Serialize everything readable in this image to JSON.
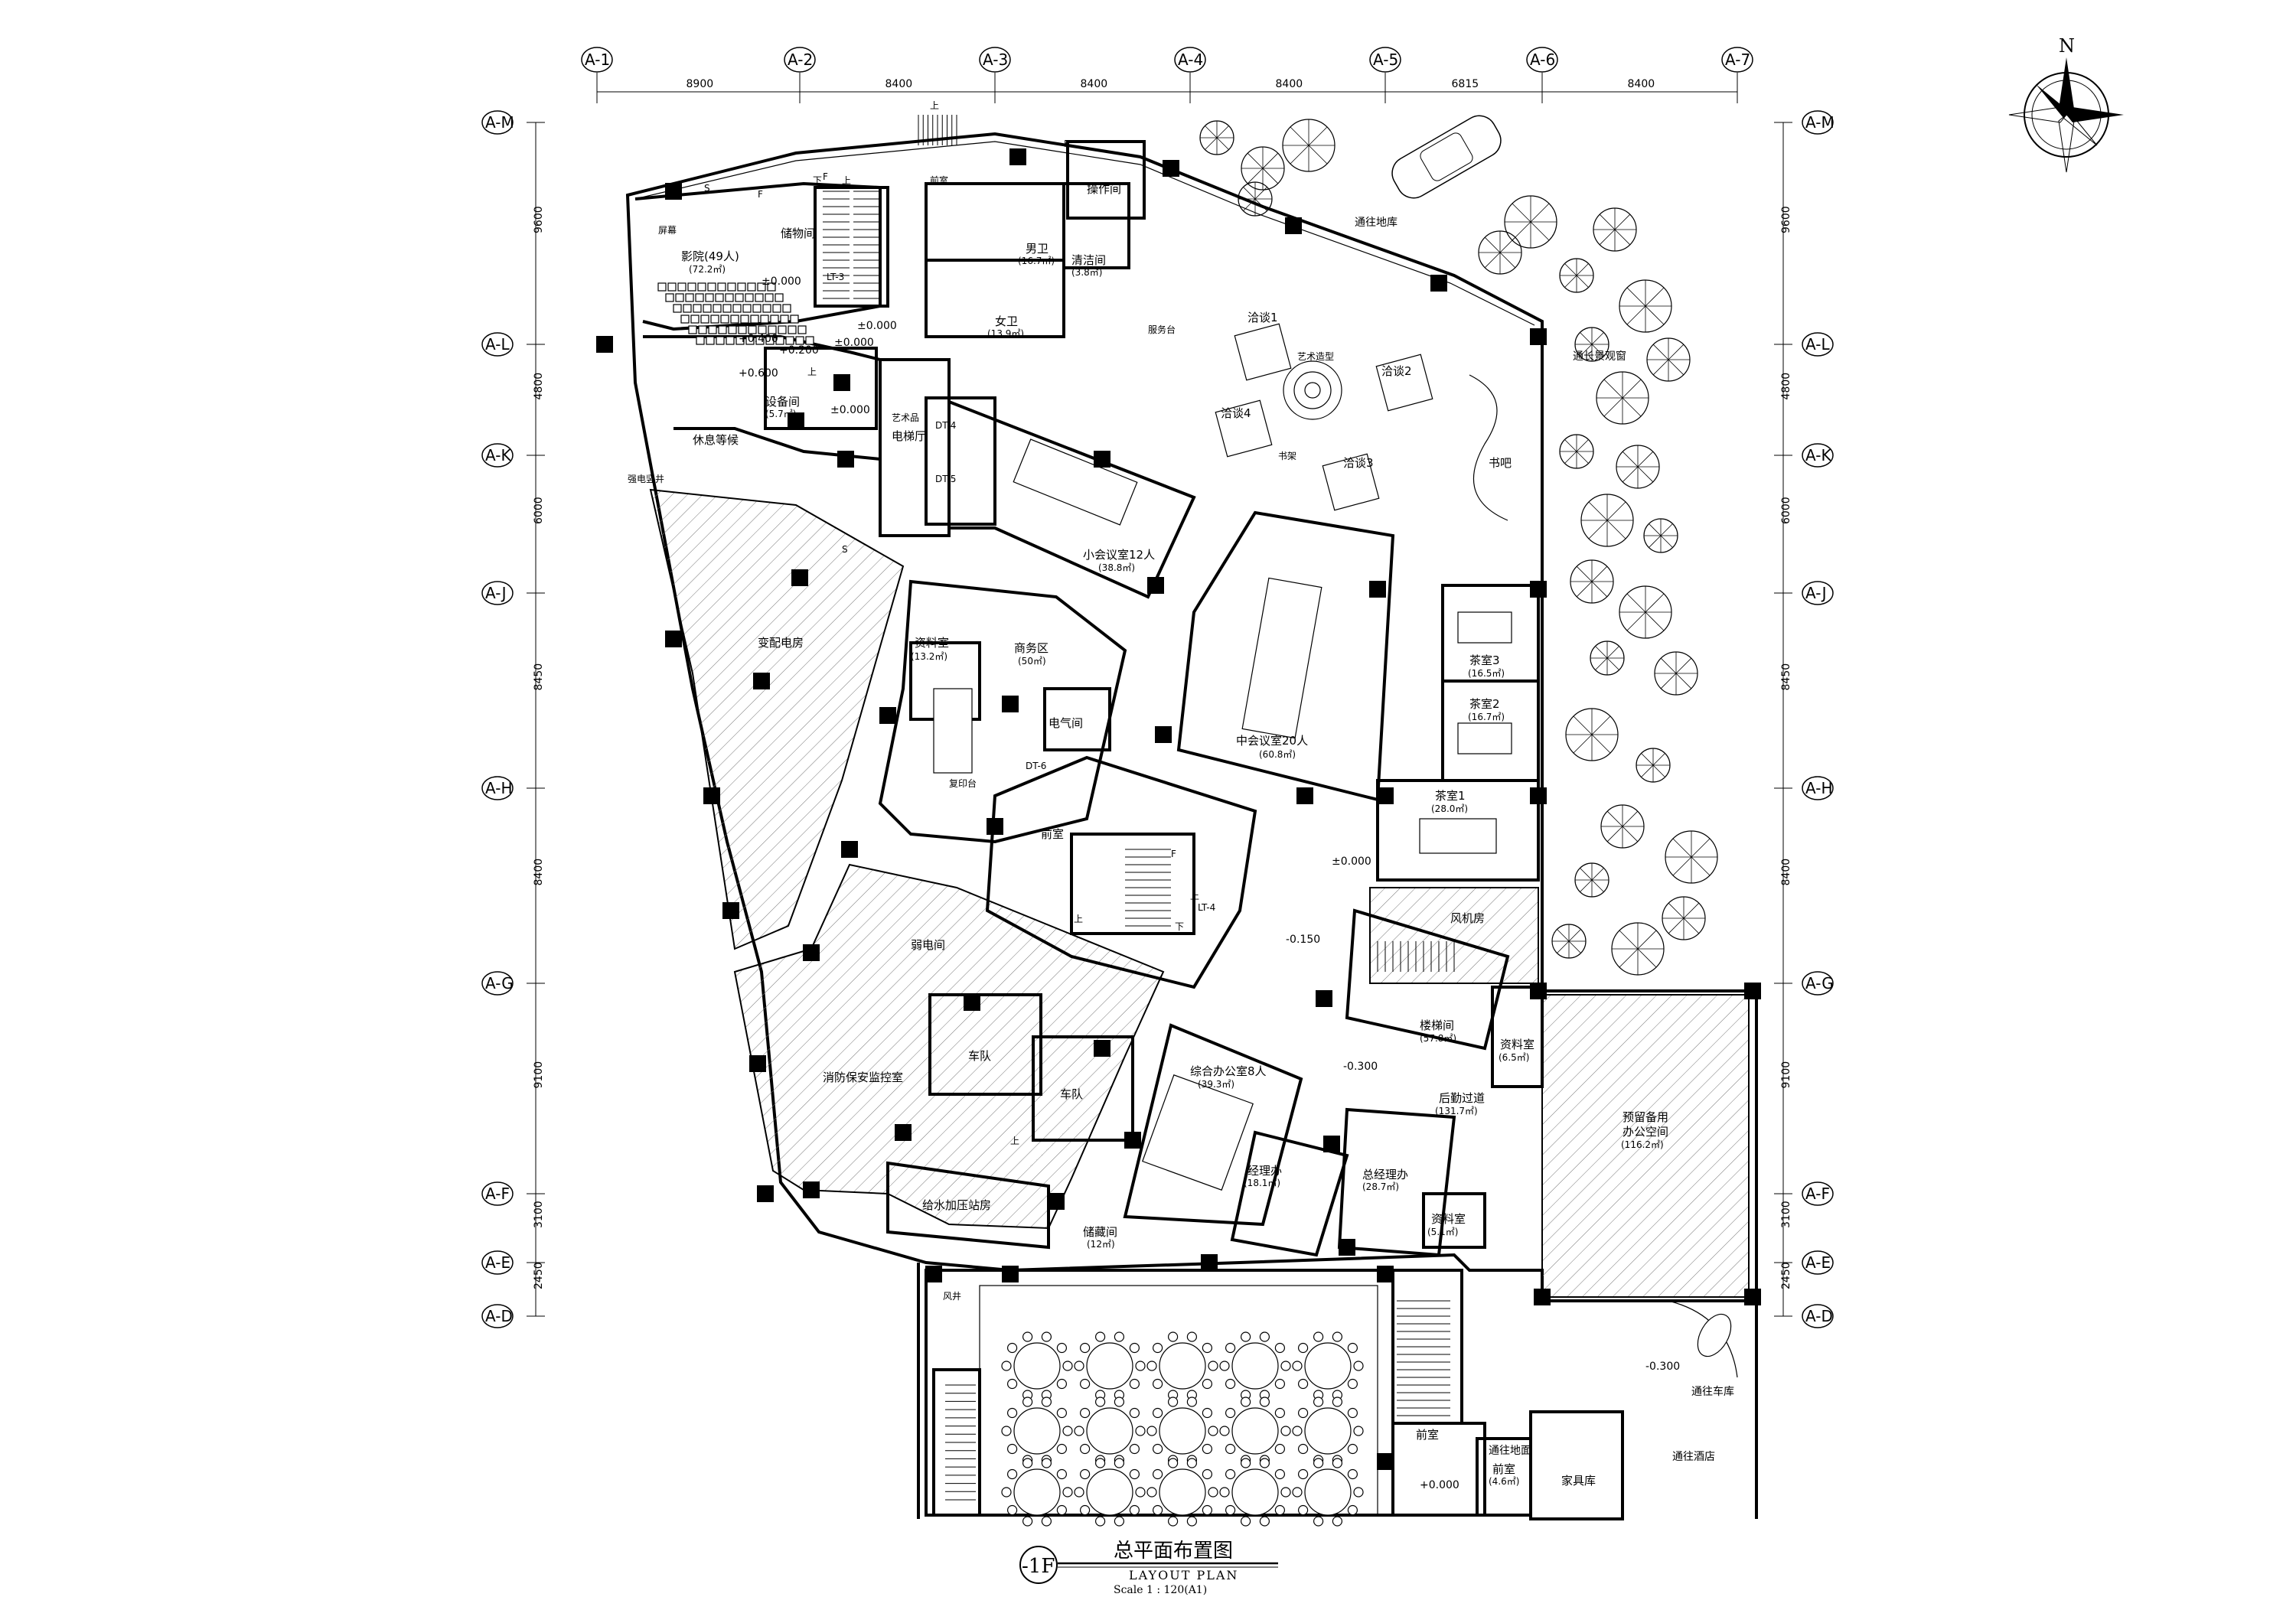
{
  "grid": {
    "columns": [
      "A-1",
      "A-2",
      "A-3",
      "A-4",
      "A-5",
      "A-6",
      "A-7"
    ],
    "column_dims": [
      "8900",
      "8400",
      "8400",
      "8400",
      "6815",
      "8400"
    ],
    "rows": [
      "A-M",
      "A-L",
      "A-K",
      "A-J",
      "A-H",
      "A-G",
      "A-F",
      "A-E",
      "A-D"
    ],
    "row_dims": [
      "9600",
      "4800",
      "6000",
      "8450",
      "8400",
      "9100",
      "3100",
      "2450"
    ]
  },
  "north": "N",
  "rooms": {
    "cinema": "影院(49人)",
    "cinema_area": "(72.2㎡)",
    "screen": "屏幕",
    "storage": "储物间",
    "lt3": "LT-3",
    "front_room_top": "前室",
    "operation": "操作间",
    "male_wc": "男卫",
    "male_wc_area": "(16.7㎡)",
    "cleaning": "清洁间",
    "cleaning_area": "(3.8㎡)",
    "female_wc": "女卫",
    "female_wc_area": "(13.9㎡)",
    "to_garage_top": "通往地库",
    "equipment": "设备间",
    "equipment_area": "(5.7㎡)",
    "rest": "休息等候",
    "art": "艺术品",
    "elevator_hall": "电梯厅",
    "service": "服务台",
    "talk1": "洽谈1",
    "talk2": "洽谈2",
    "talk3": "洽谈3",
    "talk4": "洽谈4",
    "art_shape": "艺术造型",
    "shelf": "书架",
    "book_bar": "书吧",
    "long_window": "通长景观窗",
    "small_meeting": "小会议室12人",
    "small_meeting_area": "(38.8㎡)",
    "strong_current_well": "强电竖井",
    "substation": "变配电房",
    "archive1": "资料室",
    "archive1_area": "(13.2㎡)",
    "business": "商务区",
    "business_area": "(50㎡)",
    "print": "复印台",
    "elec_room": "电气间",
    "mid_meeting": "中会议室20人",
    "mid_meeting_area": "(60.8㎡)",
    "tea3": "茶室3",
    "tea3_area": "(16.5㎡)",
    "tea2": "茶室2",
    "tea2_area": "(16.7㎡)",
    "tea1": "茶室1",
    "tea1_area": "(28.0㎡)",
    "front_room_mid": "前室",
    "lt4": "LT-4",
    "weak_current": "弱电间",
    "fan_room": "风机房",
    "stairwell": "楼梯间",
    "stairwell_area": "(57.8㎡)",
    "archive2": "资料室",
    "archive2_area": "(6.5㎡)",
    "fleet1": "车队",
    "fleet2": "车队",
    "fire_control": "消防保安监控室",
    "general_office": "综合办公室8人",
    "general_office_area": "(39.3㎡)",
    "back_corridor": "后勤过道",
    "back_corridor_area": "(131.7㎡)",
    "reserve_office": "预留备用",
    "reserve_office2": "办公空间",
    "reserve_office_area": "(116.2㎡)",
    "manager": "经理办",
    "manager_area": "(18.1㎡)",
    "gm": "总经理办",
    "gm_area": "(28.7㎡)",
    "archive3": "资料室",
    "archive3_area": "(5.1㎡)",
    "water_pump": "给水加压站房",
    "storage2": "储藏间",
    "storage2_area": "(12㎡)",
    "front_room_low": "前室",
    "to_ground": "通往地面",
    "front_room_low2": "前室",
    "front_room_low2_area": "(4.6㎡)",
    "furniture": "家具库",
    "to_garage": "通往车库",
    "to_hotel": "通往酒店",
    "wind_well": "风井"
  },
  "levels": {
    "l0a": "±0.000",
    "l0b": "±0.000",
    "l0c": "±0.000",
    "l0d": "±0.000",
    "l0e": "±0.000",
    "l0f": "+0.000",
    "l_cinema1": "+0.400",
    "l_cinema2": "+0.200",
    "l_cinema3": "+0.600",
    "l_m150": "-0.150",
    "l_m300": "-0.300",
    "l_m300b": "-0.300"
  },
  "marks": {
    "up": "上",
    "down": "下",
    "f": "F",
    "s": "S",
    "dt": "DT-4",
    "dt2": "DT-5",
    "dt3": "DT-6"
  },
  "title_block": {
    "code": "-1F",
    "title": "总平面布置图",
    "subtitle": "LAYOUT PLAN",
    "scale": "Scale 1 : 120(A1)"
  },
  "colors": {
    "line": "#000000",
    "hatch": "#555555",
    "background": "#ffffff"
  }
}
